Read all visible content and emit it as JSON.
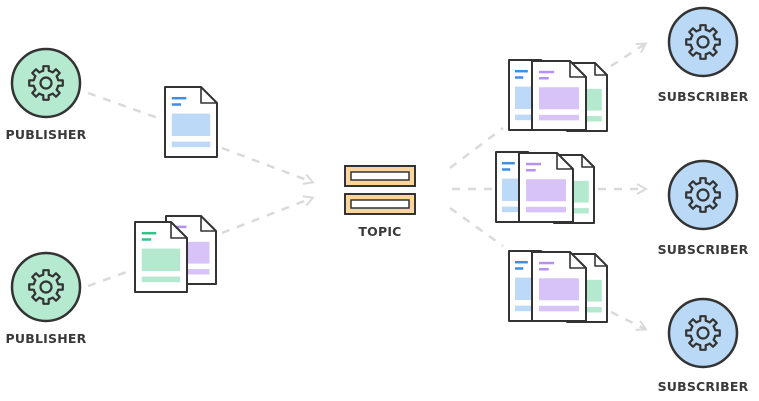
{
  "labels": {
    "publisher": "PUBLISHER",
    "topic": "TOPIC",
    "subscriber": "SUBSCRIBER"
  },
  "colors": {
    "publisher_fill": "#b5ead1",
    "subscriber_fill": "#b9d9f7",
    "topic_fill": "#f9d49c",
    "doc_blue": "#bcdaf7",
    "doc_blue_line": "#3e8fe0",
    "doc_green": "#b4e9d0",
    "doc_green_line": "#2fc48a",
    "doc_purple": "#d7c3f8",
    "doc_purple_line": "#b592f2",
    "stroke": "#333333",
    "arrow": "#dadada"
  },
  "icons": {
    "node": "gear-icon",
    "message": "document-icon",
    "topic": "queue-icon"
  }
}
